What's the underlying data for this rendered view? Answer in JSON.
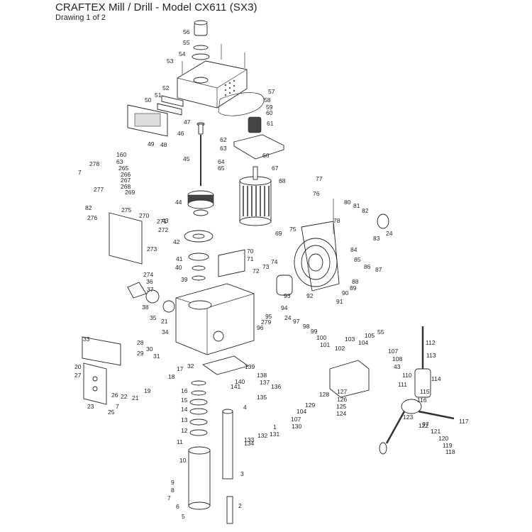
{
  "header": {
    "title": "CRAFTEX Mill / Drill - Model CX611 (SX3)",
    "subtitle": "Drawing 1 of 2"
  },
  "diagram_data": {
    "parts": [
      "56",
      "55",
      "54",
      "53",
      "52",
      "51",
      "50",
      "49",
      "48",
      "47",
      "46",
      "45",
      "44",
      "43",
      "42",
      "41",
      "40",
      "39",
      "57",
      "58",
      "59",
      "60",
      "61",
      "62",
      "63",
      "64",
      "65",
      "66",
      "67",
      "68",
      "69",
      "70",
      "71",
      "72",
      "73",
      "74",
      "92",
      "93",
      "94",
      "95",
      "279",
      "96",
      "75",
      "76",
      "77",
      "78",
      "80",
      "81",
      "82",
      "83",
      "24",
      "84",
      "85",
      "86",
      "87",
      "88",
      "89",
      "90",
      "91",
      "160",
      "63",
      "265",
      "266",
      "267",
      "268",
      "269",
      "278",
      "7",
      "277",
      "82",
      "276",
      "275",
      "270",
      "271",
      "272",
      "273",
      "274",
      "36",
      "37",
      "38",
      "35",
      "21",
      "34",
      "33",
      "28",
      "29",
      "30",
      "31",
      "32",
      "17",
      "18",
      "19",
      "20",
      "27",
      "26",
      "22",
      "21",
      "7",
      "23",
      "25",
      "24",
      "97",
      "98",
      "99",
      "100",
      "101",
      "102",
      "103",
      "104",
      "105",
      "55",
      "107",
      "108",
      "43",
      "110",
      "111",
      "112",
      "113",
      "114",
      "115",
      "116",
      "117",
      "118",
      "119",
      "120",
      "121",
      "122",
      "123",
      "97",
      "124",
      "125",
      "126",
      "127",
      "128",
      "129",
      "104",
      "107",
      "130",
      "131",
      "132",
      "133",
      "134",
      "135",
      "136",
      "137",
      "138",
      "139",
      "140",
      "141",
      "16",
      "15",
      "14",
      "13",
      "12",
      "11",
      "10",
      "9",
      "8",
      "7",
      "6",
      "5",
      "4",
      "3",
      "2",
      "1",
      "38"
    ]
  }
}
